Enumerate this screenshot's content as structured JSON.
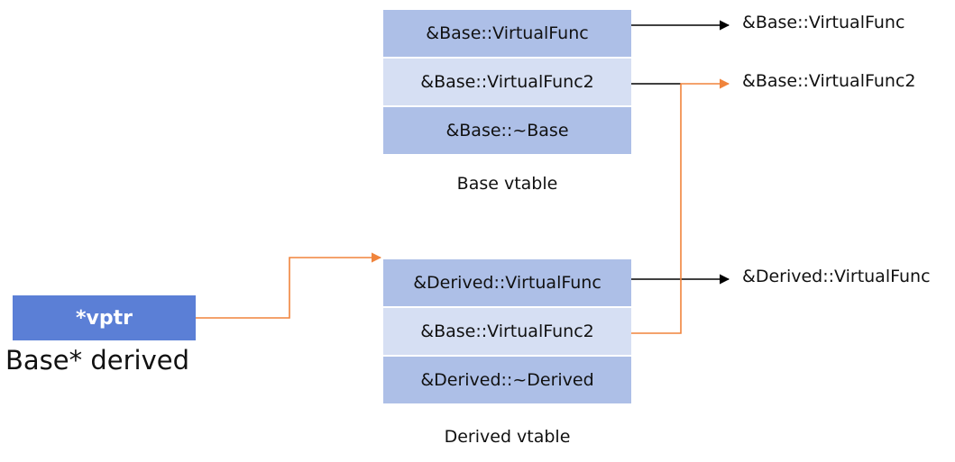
{
  "base_vtable": {
    "caption": "Base vtable",
    "entries": [
      "&Base::VirtualFunc",
      "&Base::VirtualFunc2",
      "&Base::~Base"
    ]
  },
  "derived_vtable": {
    "caption": "Derived vtable",
    "entries": [
      "&Derived::VirtualFunc",
      "&Base::VirtualFunc2",
      "&Derived::~Derived"
    ]
  },
  "targets": [
    "&Base::VirtualFunc",
    "&Base::VirtualFunc2",
    "&Derived::VirtualFunc"
  ],
  "object": {
    "field": "*vptr",
    "label": "Base* derived"
  },
  "colors": {
    "cell_dark": "#adbfe7",
    "cell_light": "#d6dff3",
    "vptr": "#5b7fd6",
    "arrow_black": "#000000",
    "arrow_orange": "#f0843c"
  }
}
